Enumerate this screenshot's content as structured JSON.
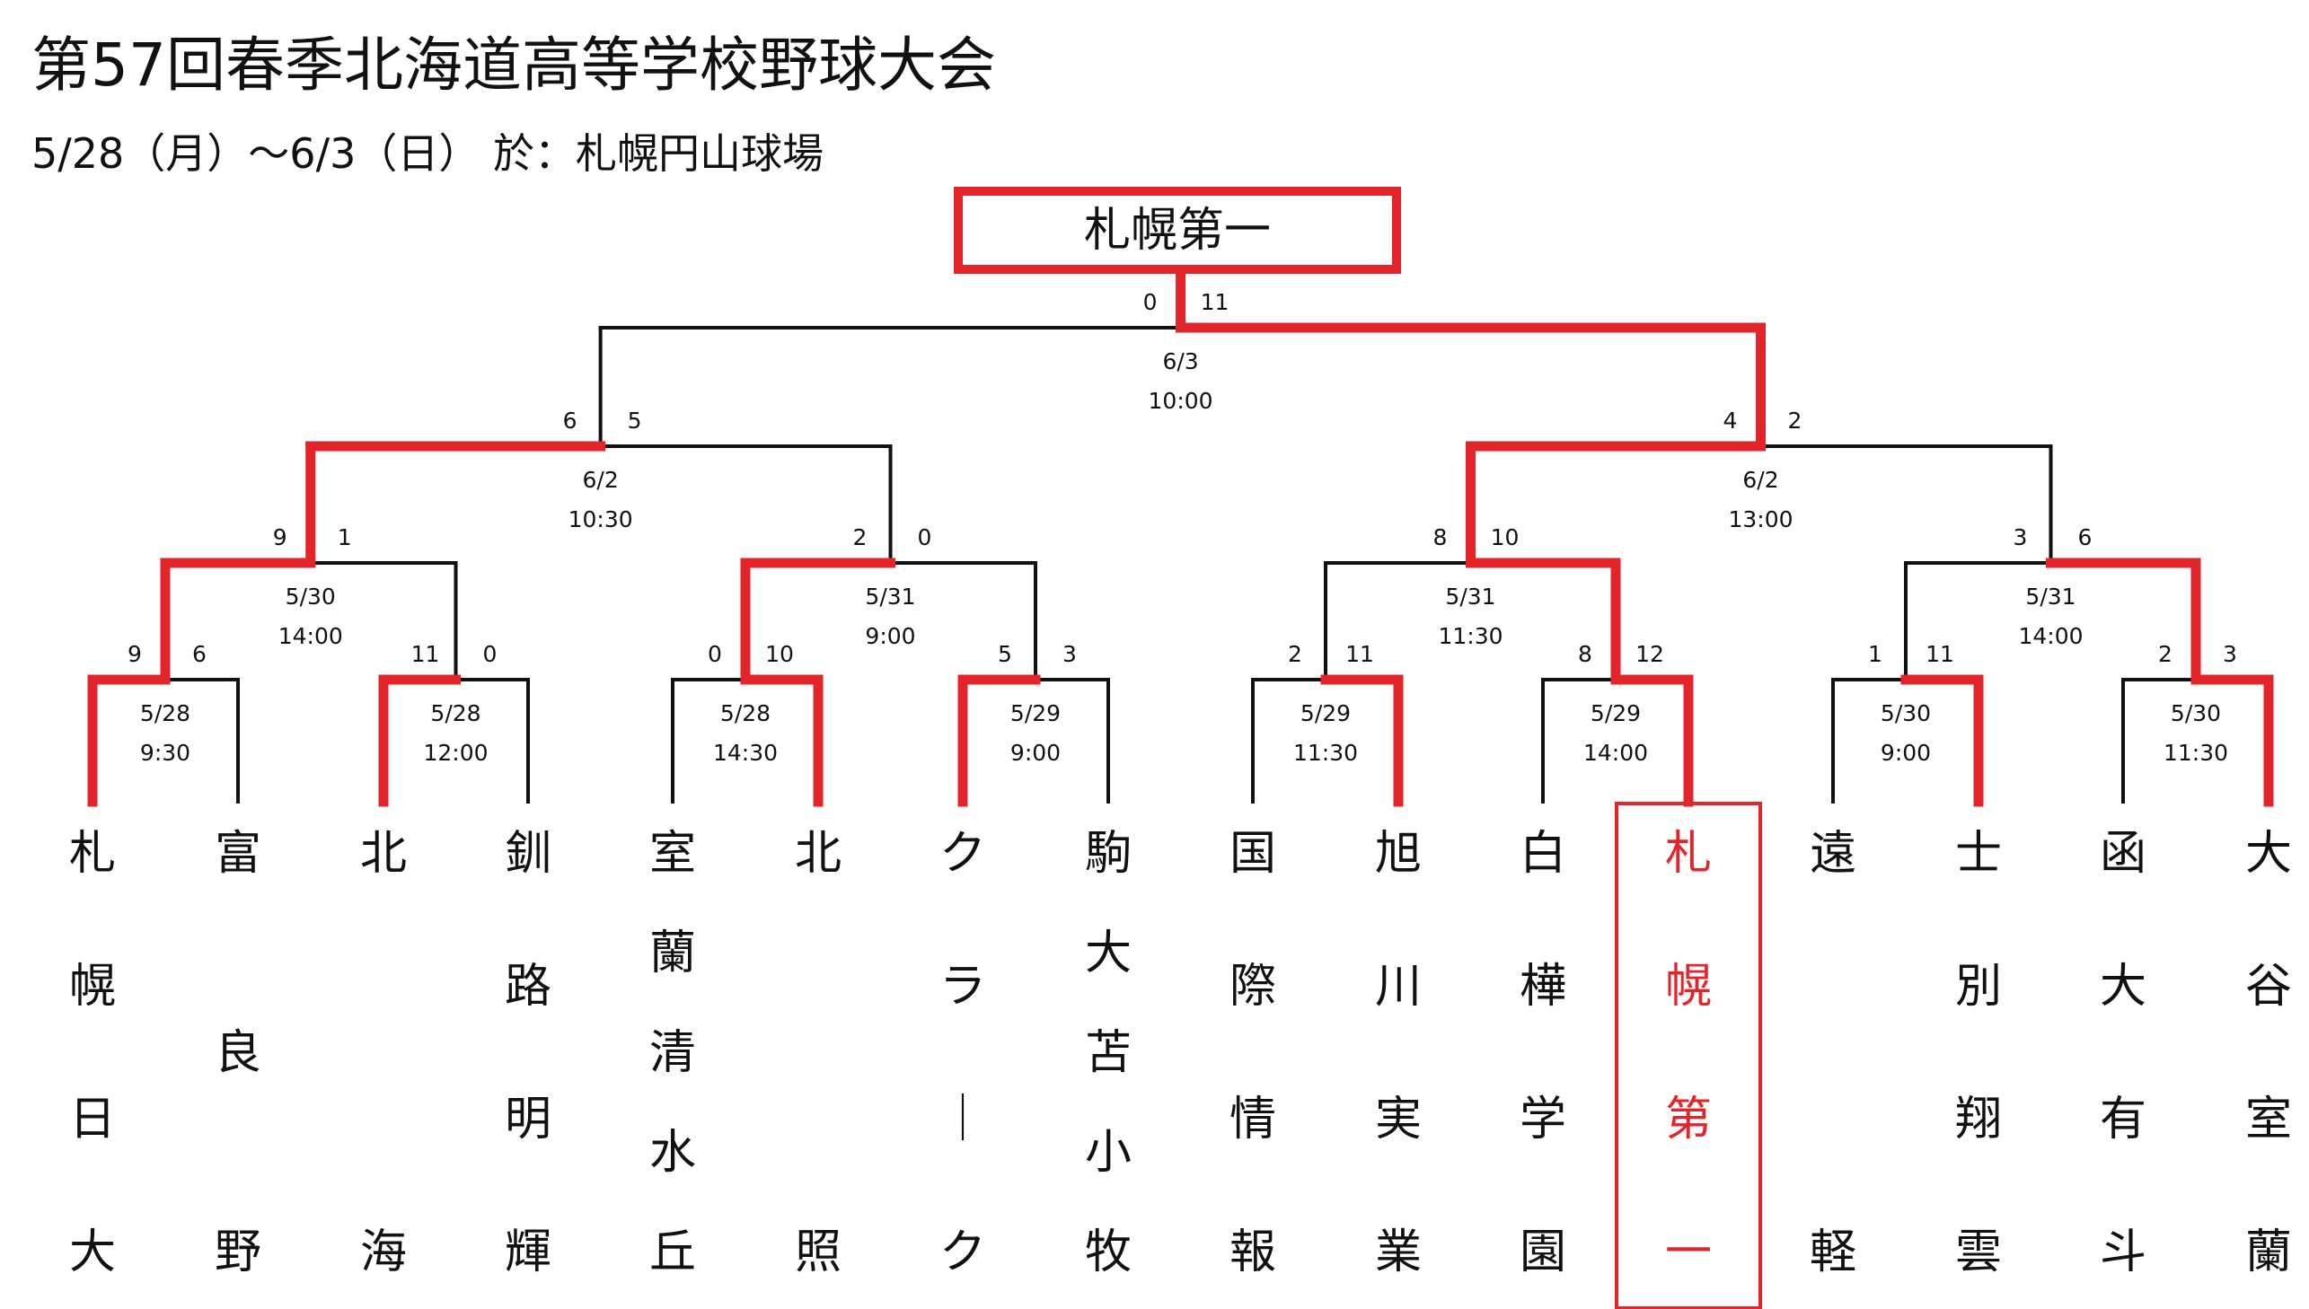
{
  "title": "第57回春季北海道高等学校野球大会",
  "subtitle": "5/28（月）～6/3（日） 於：札幌円山球場",
  "champion": "札幌第一",
  "colors": {
    "win": "#e3242b",
    "line": "#111111"
  },
  "teams": [
    {
      "name": "札幌日大",
      "chars": [
        "札",
        "幌",
        "日",
        "大"
      ]
    },
    {
      "name": "富良野",
      "chars": [
        "富",
        "良",
        "野"
      ]
    },
    {
      "name": "北海",
      "chars": [
        "北",
        "海"
      ]
    },
    {
      "name": "釧路明輝",
      "chars": [
        "釧",
        "路",
        "明",
        "輝"
      ]
    },
    {
      "name": "室蘭清水丘",
      "chars": [
        "室",
        "蘭",
        "清",
        "水",
        "丘"
      ]
    },
    {
      "name": "北照",
      "chars": [
        "北",
        "照"
      ]
    },
    {
      "name": "クラーク",
      "chars": [
        "ク",
        "ラ",
        "｜",
        "ク"
      ]
    },
    {
      "name": "駒大苫小牧",
      "chars": [
        "駒",
        "大",
        "苫",
        "小",
        "牧"
      ]
    },
    {
      "name": "国際情報",
      "chars": [
        "国",
        "際",
        "情",
        "報"
      ]
    },
    {
      "name": "旭川実業",
      "chars": [
        "旭",
        "川",
        "実",
        "業"
      ]
    },
    {
      "name": "白樺学園",
      "chars": [
        "白",
        "樺",
        "学",
        "園"
      ]
    },
    {
      "name": "札幌第一",
      "chars": [
        "札",
        "幌",
        "第",
        "一"
      ]
    },
    {
      "name": "遠軽",
      "chars": [
        "遠",
        "軽"
      ]
    },
    {
      "name": "士別翔雲",
      "chars": [
        "士",
        "別",
        "翔",
        "雲"
      ]
    },
    {
      "name": "函大有斗",
      "chars": [
        "函",
        "大",
        "有",
        "斗"
      ]
    },
    {
      "name": "大谷室蘭",
      "chars": [
        "大",
        "谷",
        "室",
        "蘭"
      ]
    }
  ],
  "matches": [
    {
      "id": "r1-1",
      "left": "t0",
      "right": "t1",
      "score_left": "9",
      "score_right": "6",
      "winner": "left",
      "date": "5/28",
      "time": "9:30"
    },
    {
      "id": "r1-2",
      "left": "t2",
      "right": "t3",
      "score_left": "11",
      "score_right": "0",
      "winner": "left",
      "date": "5/28",
      "time": "12:00"
    },
    {
      "id": "r1-3",
      "left": "t4",
      "right": "t5",
      "score_left": "0",
      "score_right": "10",
      "winner": "right",
      "date": "5/28",
      "time": "14:30"
    },
    {
      "id": "r1-4",
      "left": "t6",
      "right": "t7",
      "score_left": "5",
      "score_right": "3",
      "winner": "left",
      "date": "5/29",
      "time": "9:00"
    },
    {
      "id": "r1-5",
      "left": "t8",
      "right": "t9",
      "score_left": "2",
      "score_right": "11",
      "winner": "right",
      "date": "5/29",
      "time": "11:30"
    },
    {
      "id": "r1-6",
      "left": "t10",
      "right": "t11",
      "score_left": "8",
      "score_right": "12",
      "winner": "right",
      "date": "5/29",
      "time": "14:00"
    },
    {
      "id": "r1-7",
      "left": "t12",
      "right": "t13",
      "score_left": "1",
      "score_right": "11",
      "winner": "right",
      "date": "5/30",
      "time": "9:00"
    },
    {
      "id": "r1-8",
      "left": "t14",
      "right": "t15",
      "score_left": "2",
      "score_right": "3",
      "winner": "right",
      "date": "5/30",
      "time": "11:30"
    },
    {
      "id": "qf-1",
      "left": "r1-1",
      "right": "r1-2",
      "score_left": "9",
      "score_right": "1",
      "winner": "left",
      "date": "5/30",
      "time": "14:00"
    },
    {
      "id": "qf-2",
      "left": "r1-3",
      "right": "r1-4",
      "score_left": "2",
      "score_right": "0",
      "winner": "left",
      "date": "5/31",
      "time": "9:00"
    },
    {
      "id": "qf-3",
      "left": "r1-5",
      "right": "r1-6",
      "score_left": "8",
      "score_right": "10",
      "winner": "right",
      "date": "5/31",
      "time": "11:30"
    },
    {
      "id": "qf-4",
      "left": "r1-7",
      "right": "r1-8",
      "score_left": "3",
      "score_right": "6",
      "winner": "right",
      "date": "5/31",
      "time": "14:00"
    },
    {
      "id": "sf-1",
      "left": "qf-1",
      "right": "qf-2",
      "score_left": "6",
      "score_right": "5",
      "winner": "left",
      "date": "6/2",
      "time": "10:30"
    },
    {
      "id": "sf-2",
      "left": "qf-3",
      "right": "qf-4",
      "score_left": "4",
      "score_right": "2",
      "winner": "left",
      "date": "6/2",
      "time": "13:00"
    },
    {
      "id": "final",
      "left": "sf-1",
      "right": "sf-2",
      "score_left": "0",
      "score_right": "11",
      "winner": "right",
      "date": "6/3",
      "time": "10:00"
    }
  ]
}
